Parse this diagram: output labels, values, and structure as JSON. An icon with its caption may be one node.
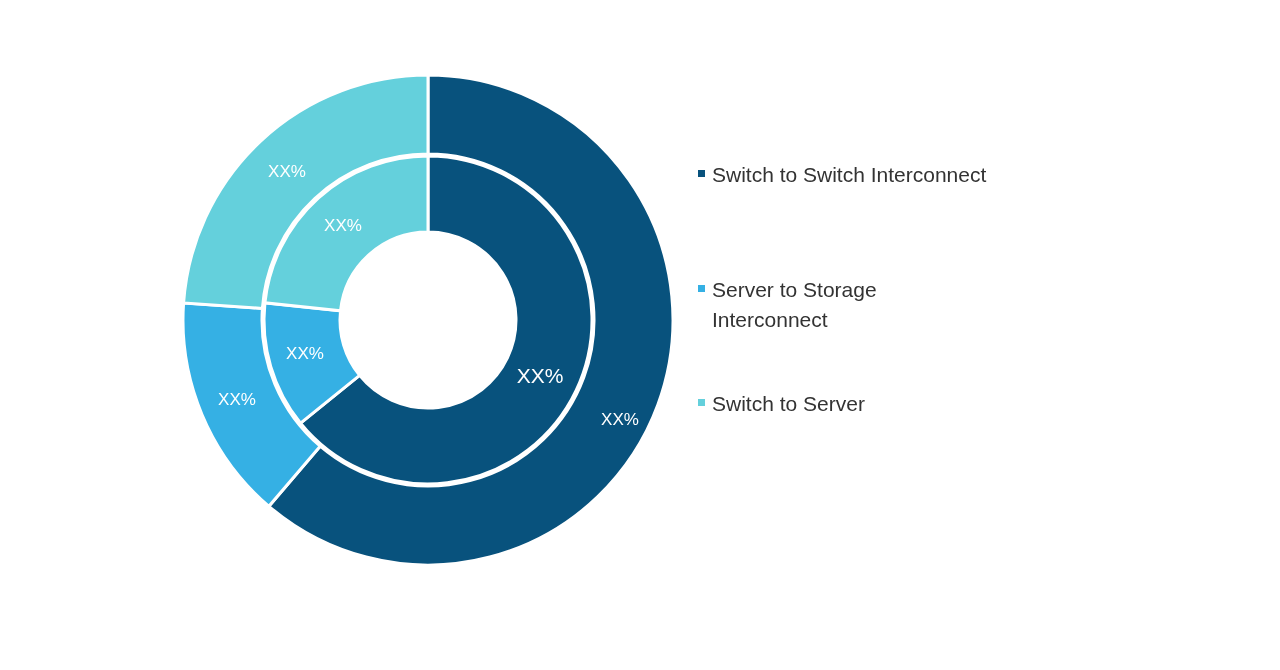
{
  "diagram": {
    "labels": [
      "XX%",
      "XX%",
      "XX%",
      "XX%",
      "XX%",
      "XX%"
    ],
    "legend": [
      {
        "text": "Switch to Switch Interconnect",
        "color": "#08527d"
      },
      {
        "text": "Server to Storage Interconnect",
        "color": "#35b0e4"
      },
      {
        "text": "Switch to Server",
        "color": "#64d0dc"
      }
    ]
  }
}
